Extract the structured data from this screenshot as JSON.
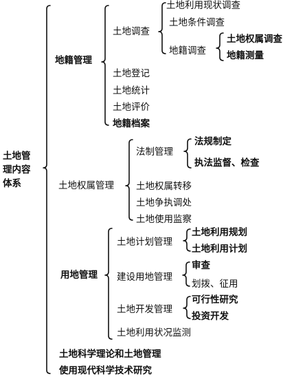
{
  "diagram": {
    "root": "土地管理内容体系",
    "root_lines": [
      "土地管",
      "理内容",
      "体系"
    ],
    "branches": [
      {
        "label": "地籍管理",
        "children": [
          {
            "label": "土地调查",
            "children": [
              {
                "label": "土地利用现状调查"
              },
              {
                "label": "土地条件调查"
              },
              {
                "label": "地籍调查",
                "children": [
                  {
                    "label": "土地权属调查"
                  },
                  {
                    "label": "地籍测量"
                  }
                ]
              }
            ]
          },
          {
            "label": "土地登记"
          },
          {
            "label": "土地统计"
          },
          {
            "label": "土地评价"
          },
          {
            "label": "地籍档案"
          }
        ]
      },
      {
        "label": "土地权属管理",
        "children": [
          {
            "label": "法制管理",
            "children": [
              {
                "label": "法规制定"
              },
              {
                "label": "执法监督、检查"
              }
            ]
          },
          {
            "label": "土地权属转移"
          },
          {
            "label": "土地争执调处"
          },
          {
            "label": "土地使用监察"
          }
        ]
      },
      {
        "label": "用地管理",
        "children": [
          {
            "label": "土地计划管理",
            "children": [
              {
                "label": "土地利用规划"
              },
              {
                "label": "土地利用计划"
              }
            ]
          },
          {
            "label": "建设用地管理",
            "children": [
              {
                "label": "审查"
              },
              {
                "label": "划拨、征用"
              }
            ]
          },
          {
            "label": "土地开发管理",
            "children": [
              {
                "label": "可行性研究"
              },
              {
                "label": "投资开发"
              }
            ]
          },
          {
            "label": "土地利用状况监测"
          }
        ]
      },
      {
        "label": "土地科学理论和土地管理"
      },
      {
        "label": "使用现代科学技术研究"
      }
    ]
  }
}
